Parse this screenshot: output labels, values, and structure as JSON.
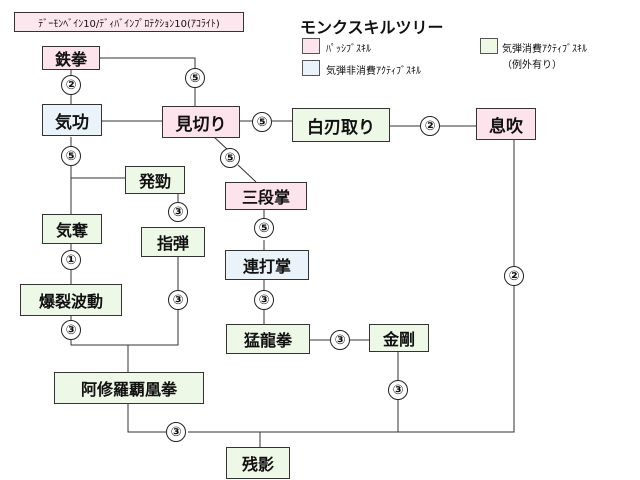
{
  "title": "モンクスキルツリー",
  "legend": {
    "passive": {
      "label": "ﾊﾟｯｼﾌﾞｽｷﾙ",
      "color": "#fde3ec"
    },
    "active_free": {
      "label": "気弾非消費ｱｸﾃｨﾌﾞｽｷﾙ",
      "color": "#e9f3f9"
    },
    "active_cost": {
      "label": "気弾消費ｱｸﾃｨﾌﾞｽｷﾙ",
      "note": "（例外有り）",
      "color": "#eef8e6"
    }
  },
  "prerequisite": "ﾃﾞｰﾓﾝﾍﾞｲﾝ10/ﾃﾞｨﾊﾞｲﾝﾌﾟﾛﾃｸｼｮﾝ10(ｱｺﾗｲﾄ)",
  "skills": {
    "tekken": "鉄拳",
    "kikou": "気功",
    "mikiri": "見切り",
    "shiraha": "白刃取り",
    "sokuhou": "息吹",
    "hakkei": "発勁",
    "kidatsu": "気奪",
    "shidan": "指弾",
    "sandansho": "三段掌",
    "rendasho": "連打掌",
    "bakuretsu": "爆裂波動",
    "mouryuuken": "猛龍拳",
    "kongou": "金剛",
    "ashura": "阿修羅覇凰拳",
    "zanei": "残影"
  },
  "costs": {
    "tekken_kikou": "②",
    "tekken_mikiri": "⑤",
    "mikiri_shiraha": "⑤",
    "shiraha_sokuhou": "②",
    "kikou_kidatsu": "⑤",
    "mikiri_sandansho": "⑤",
    "hakkei_shidan": "③",
    "kidatsu_bakuretsu": "①",
    "sandansho_rendasho": "⑤",
    "rendasho_mouryuuken": "③",
    "shidan_ashura": "③",
    "bakuretsu_ashura": "③",
    "mouryuuken_kongou": "③",
    "kongou_zanei": "③",
    "sokuhou_zanei": "②",
    "ashura_zanei": "③"
  }
}
